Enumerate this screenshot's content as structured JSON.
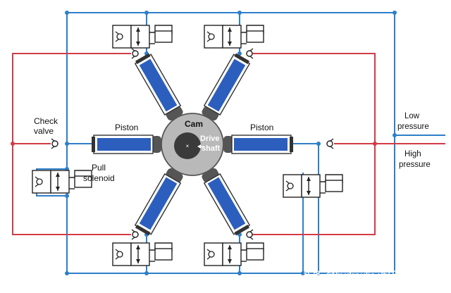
{
  "labels": {
    "check_valve_l1": "Check",
    "check_valve_l2": "valve",
    "piston_left": "Piston",
    "piston_right": "Piston",
    "pull_l1": "Pull",
    "pull_l2": "solenoid",
    "cam": "Cam",
    "drive_l1": "Drive",
    "drive_l2": "shaft",
    "low_l1": "Low",
    "low_l2": "pressure",
    "high_l1": "High",
    "high_l2": "pressure"
  },
  "watermark": "头条 @hydraulic 液压测试台",
  "colors": {
    "low_line": "#2e7fc9",
    "high_line": "#d23b46",
    "piston_fill": "#2c5fbd",
    "cam_fill": "#b9b9b9",
    "cam_outline": "#555555",
    "hub_fill": "#3a3a3a"
  }
}
